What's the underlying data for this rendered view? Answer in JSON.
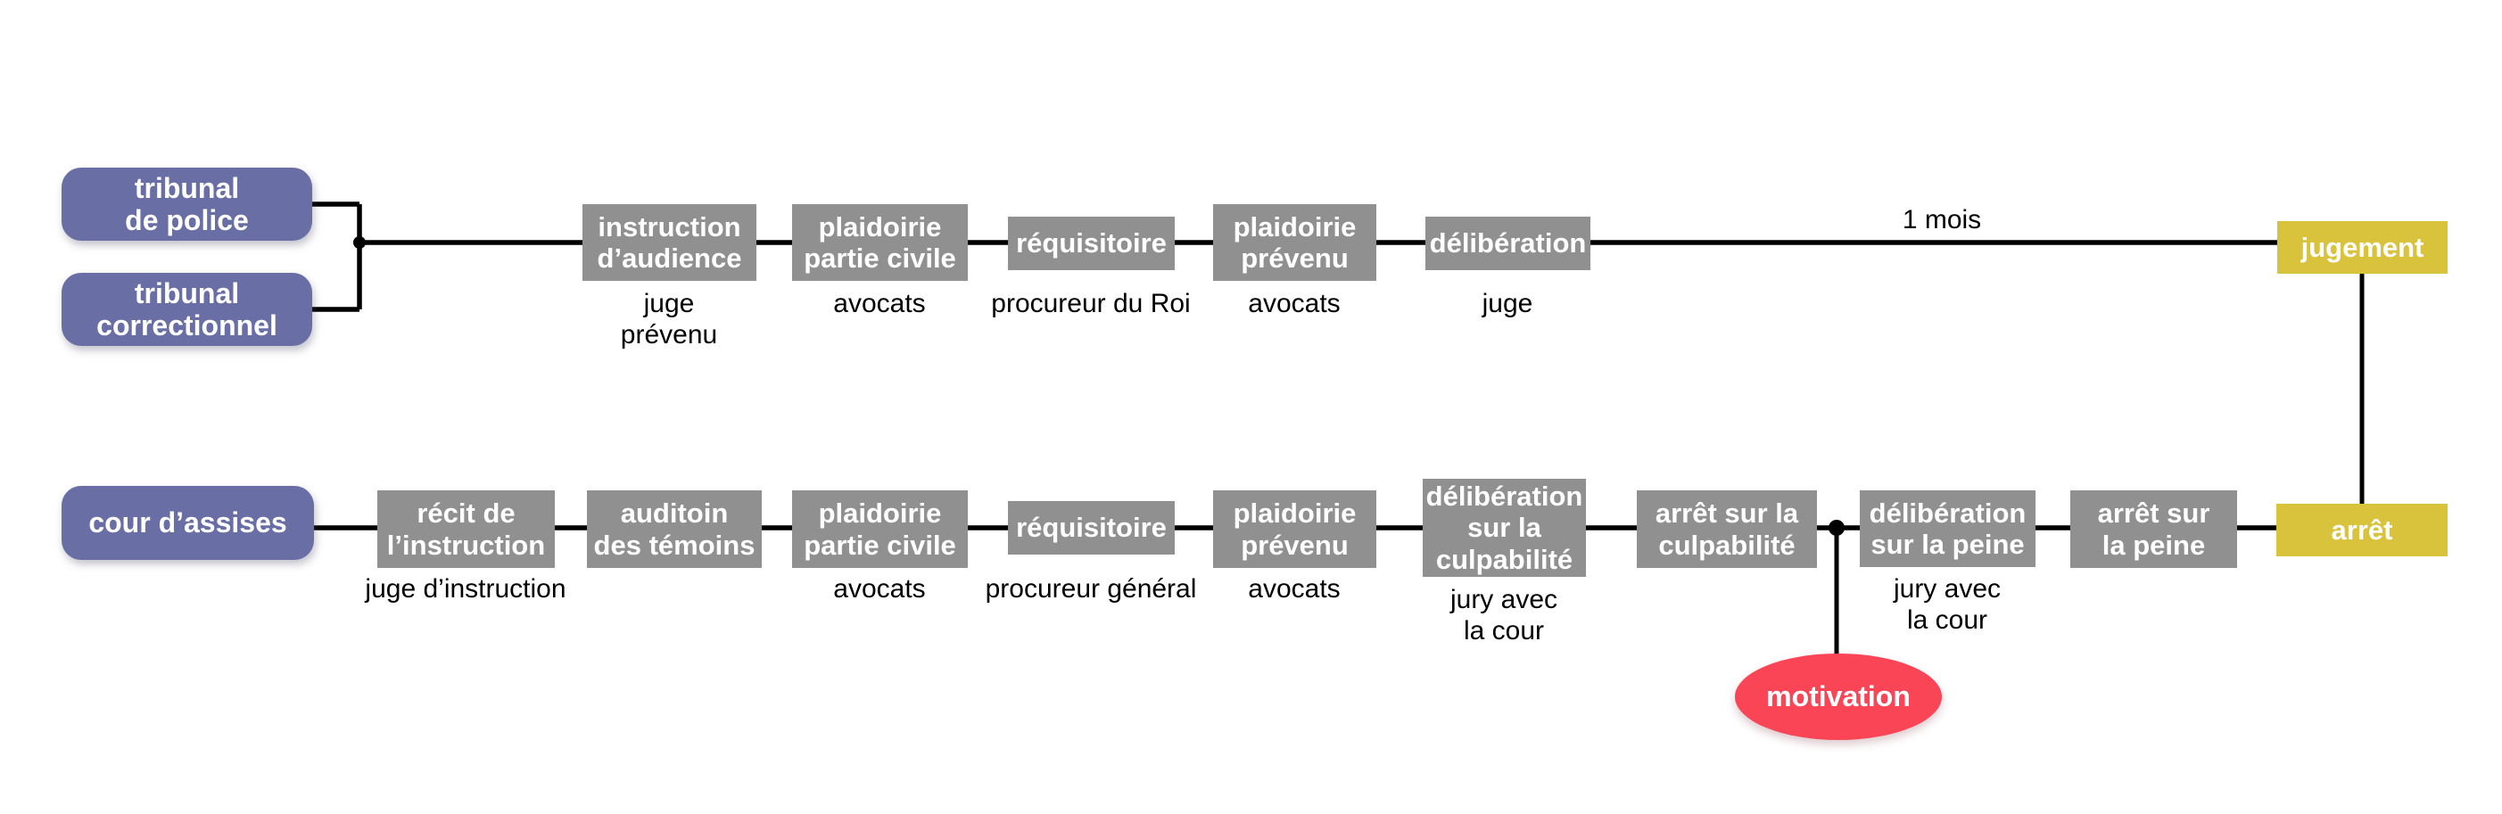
{
  "colors": {
    "blue": "#696fa5",
    "gray": "#909090",
    "yellow": "#d9c23c",
    "red": "#fa4557",
    "line": "#000000"
  },
  "row1": {
    "courts": [
      {
        "label": "tribunal\nde police"
      },
      {
        "label": "tribunal\ncorrectionnel"
      }
    ],
    "steps": [
      {
        "label": "instruction\nd’audience",
        "sub": "juge\nprévenu"
      },
      {
        "label": "plaidoirie\npartie civile",
        "sub": "avocats"
      },
      {
        "label": "réquisitoire",
        "sub": "procureur du Roi"
      },
      {
        "label": "plaidoirie\nprévenu",
        "sub": "avocats"
      },
      {
        "label": "délibération",
        "sub": "juge"
      }
    ],
    "duration": "1 mois",
    "outcome": {
      "label": "jugement"
    }
  },
  "row2": {
    "court": {
      "label": "cour d’assises"
    },
    "steps": [
      {
        "label": "récit de\nl’instruction",
        "sub": "juge d’instruction"
      },
      {
        "label": "auditoin\ndes témoins",
        "sub": ""
      },
      {
        "label": "plaidoirie\npartie civile",
        "sub": "avocats"
      },
      {
        "label": "réquisitoire",
        "sub": "procureur général"
      },
      {
        "label": "plaidoirie\nprévenu",
        "sub": "avocats"
      },
      {
        "label": "délibération\nsur la\nculpabilité",
        "sub": "jury avec\nla cour"
      },
      {
        "label": "arrêt sur la\nculpabilité",
        "sub": ""
      },
      {
        "label": "délibération\nsur la peine",
        "sub": "jury avec\nla cour"
      },
      {
        "label": "arrêt sur\nla peine",
        "sub": ""
      }
    ],
    "outcome": {
      "label": "arrêt"
    },
    "annotation": {
      "label": "motivation"
    }
  }
}
